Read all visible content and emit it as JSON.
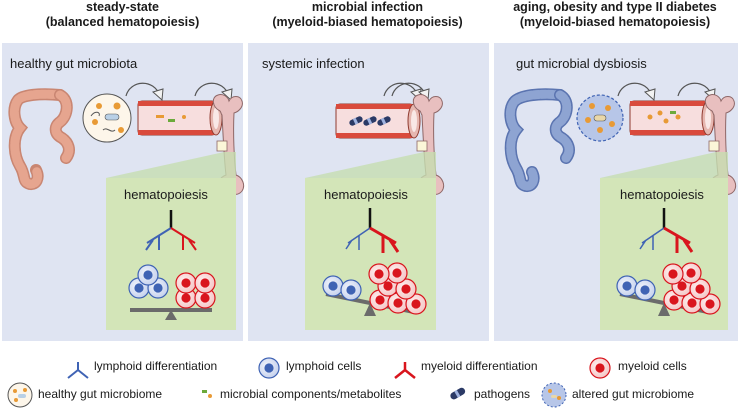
{
  "panels": [
    {
      "header_line1": "steady-state",
      "header_line2": "(balanced hematopoiesis)",
      "caption": "healthy gut microbiota",
      "box_label": "hematopoiesis"
    },
    {
      "header_line1": "microbial infection",
      "header_line2": "(myeloid-biased hematopoiesis)",
      "caption": "systemic infection",
      "box_label": "hematopoiesis"
    },
    {
      "header_line1": "aging, obesity and type II diabetes",
      "header_line2": "(myeloid-biased hematopoiesis)",
      "caption": "gut microbial dysbiosis",
      "box_label": "hematopoiesis"
    }
  ],
  "legend": {
    "lymphoid_differentiation": "lymphoid differentiation",
    "lymphoid_cells": "lymphoid cells",
    "myeloid_differentiation": "myeloid differentiation",
    "myeloid_cells": "myeloid cells",
    "healthy_gut_microbiome": "healthy gut microbiome",
    "microbial_components": "microbial components/metabolites",
    "pathogens": "pathogens",
    "altered_gut_microbiome": "altered gut microbiome"
  },
  "colors": {
    "panel_bg": "#dfe4f2",
    "hema_box_bg": "#d3e5b8",
    "lymphoid": "#3f63b4",
    "myeloid": "#d9151d",
    "gut_healthy": "#e6a58f",
    "gut_altered": "#8ea4d2",
    "bone": "#e7bcbc",
    "vessel": "#d94a3c"
  }
}
